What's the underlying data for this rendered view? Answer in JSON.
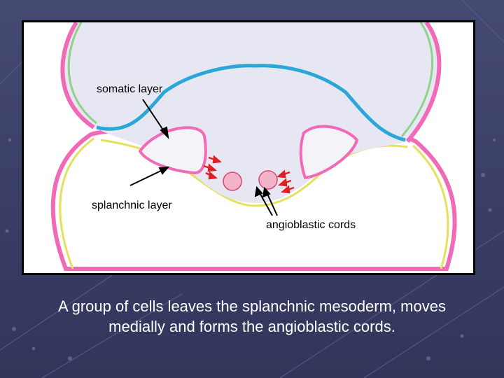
{
  "diagram": {
    "labels": {
      "somatic": "somatic layer",
      "splanchnic": "splanchnic layer",
      "cords": "angioblastic cords"
    },
    "colors": {
      "ectoderm": "#f06ab8",
      "somatic_mesoderm_outline": "#8fd28a",
      "endoderm": "#2aa7d8",
      "cavity_fill": "#e7e7f3",
      "yolk_outline": "#e6e05a",
      "yolk_fill": "#ffffff",
      "cord_fill": "#f3b3c9",
      "arrow_red": "#e02020",
      "slide_background": "#3a3f66"
    }
  },
  "caption": {
    "line1": "A group of cells leaves the splanchnic mesoderm, moves",
    "line2": "medially and forms the angioblastic cords."
  }
}
